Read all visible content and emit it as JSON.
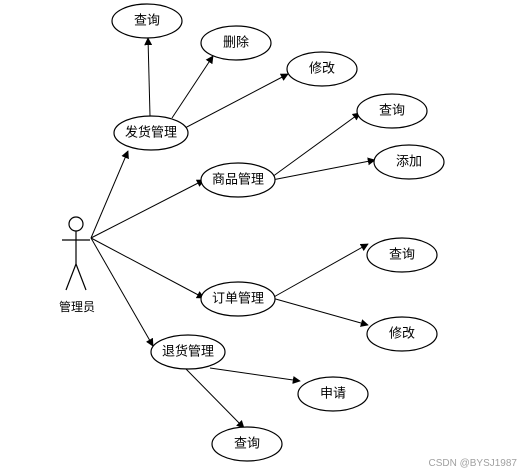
{
  "actor": {
    "label": "管理员"
  },
  "use_cases": {
    "shipping_manage": "发货管理",
    "shipping_query": "查询",
    "shipping_delete": "删除",
    "shipping_modify": "修改",
    "product_manage": "商品管理",
    "product_query": "查询",
    "product_add": "添加",
    "order_manage": "订单管理",
    "order_query": "查询",
    "order_modify": "修改",
    "return_manage": "退货管理",
    "return_apply": "申请",
    "return_query": "查询"
  },
  "watermark": "CSDN @BYSJ1987"
}
